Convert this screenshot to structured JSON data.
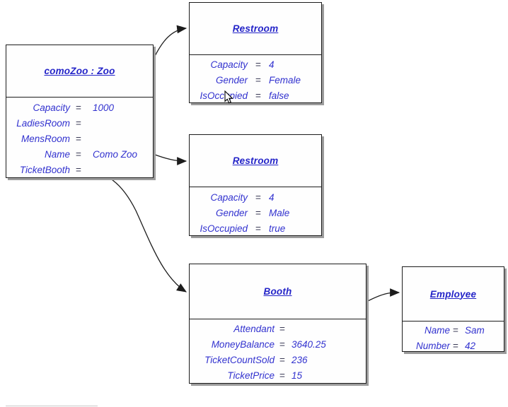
{
  "colors": {
    "text_blue": "#3232cf",
    "title_blue": "#2424c8",
    "equals_dark": "#3a3a55",
    "border": "#1c1c1c",
    "shadow": "#9c9c9c",
    "background": "#ffffff"
  },
  "diagram": {
    "objects": [
      {
        "title": "comoZoo : Zoo",
        "attributes": [
          {
            "name": "Capacity",
            "eq": "=",
            "value": "1000"
          },
          {
            "name": "LadiesRoom",
            "eq": "=",
            "value": ""
          },
          {
            "name": "MensRoom",
            "eq": "=",
            "value": ""
          },
          {
            "name": "Name",
            "eq": "=",
            "value": "Como Zoo"
          },
          {
            "name": "TicketBooth",
            "eq": "=",
            "value": ""
          }
        ]
      },
      {
        "title": "Restroom",
        "attributes": [
          {
            "name": "Capacity",
            "eq": "=",
            "value": "4"
          },
          {
            "name": "Gender",
            "eq": "=",
            "value": "Female"
          },
          {
            "name": "IsOccupied",
            "eq": "=",
            "value": "false"
          }
        ]
      },
      {
        "title": "Restroom",
        "attributes": [
          {
            "name": "Capacity",
            "eq": "=",
            "value": "4"
          },
          {
            "name": "Gender",
            "eq": "=",
            "value": "Male"
          },
          {
            "name": "IsOccupied",
            "eq": "=",
            "value": "true"
          }
        ]
      },
      {
        "title": "Booth",
        "attributes": [
          {
            "name": "Attendant",
            "eq": "=",
            "value": ""
          },
          {
            "name": "MoneyBalance",
            "eq": "=",
            "value": "3640.25"
          },
          {
            "name": "TicketCountSold",
            "eq": "=",
            "value": "236"
          },
          {
            "name": "TicketPrice",
            "eq": "=",
            "value": "15"
          }
        ]
      },
      {
        "title": "Employee",
        "attributes": [
          {
            "name": "Name",
            "eq": "=",
            "value": "Sam"
          },
          {
            "name": "Number",
            "eq": "=",
            "value": "42"
          }
        ]
      }
    ],
    "links": [
      {
        "from": "LadiesRoom",
        "to": "Restroom (Female)"
      },
      {
        "from": "MensRoom",
        "to": "Restroom (Male)"
      },
      {
        "from": "TicketBooth",
        "to": "Booth"
      },
      {
        "from": "Attendant",
        "to": "Employee"
      }
    ]
  }
}
